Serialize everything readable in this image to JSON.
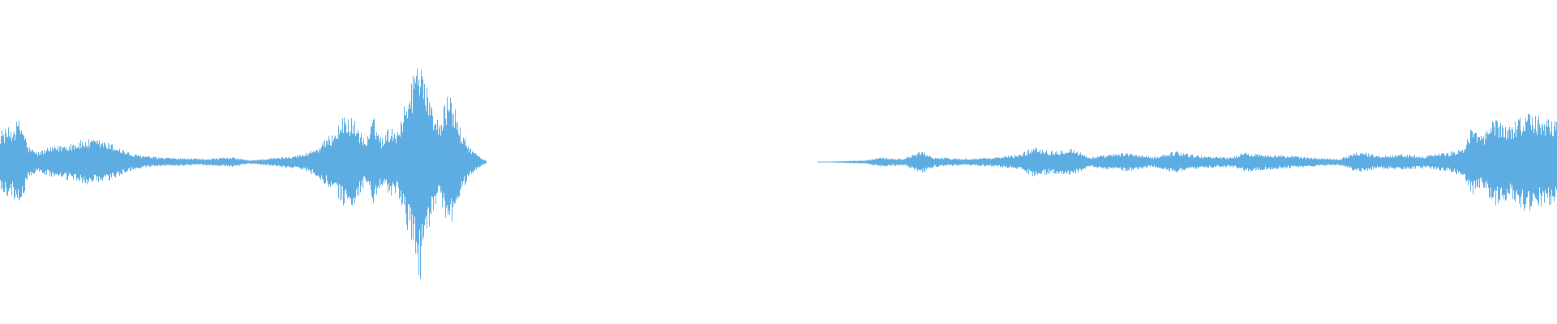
{
  "waveform": {
    "color": "#5dade2",
    "clips": [
      {
        "start_fraction": 0.0,
        "end_fraction": 0.3125,
        "envelope": [
          [
            0.0,
            0.2
          ],
          [
            0.008,
            0.22
          ],
          [
            0.012,
            0.27
          ],
          [
            0.015,
            0.22
          ],
          [
            0.018,
            0.1
          ],
          [
            0.024,
            0.06
          ],
          [
            0.028,
            0.08
          ],
          [
            0.04,
            0.11
          ],
          [
            0.055,
            0.14
          ],
          [
            0.065,
            0.14
          ],
          [
            0.075,
            0.1
          ],
          [
            0.085,
            0.05
          ],
          [
            0.1,
            0.03
          ],
          [
            0.13,
            0.02
          ],
          [
            0.15,
            0.03
          ],
          [
            0.16,
            0.01
          ],
          [
            0.17,
            0.02
          ],
          [
            0.18,
            0.03
          ],
          [
            0.195,
            0.05
          ],
          [
            0.205,
            0.1
          ],
          [
            0.215,
            0.2
          ],
          [
            0.222,
            0.3
          ],
          [
            0.228,
            0.26
          ],
          [
            0.235,
            0.13
          ],
          [
            0.24,
            0.28
          ],
          [
            0.245,
            0.15
          ],
          [
            0.25,
            0.22
          ],
          [
            0.255,
            0.2
          ],
          [
            0.26,
            0.36
          ],
          [
            0.265,
            0.55
          ],
          [
            0.27,
            0.74
          ],
          [
            0.275,
            0.42
          ],
          [
            0.282,
            0.25
          ],
          [
            0.288,
            0.43
          ],
          [
            0.292,
            0.35
          ],
          [
            0.296,
            0.2
          ],
          [
            0.3,
            0.12
          ],
          [
            0.305,
            0.06
          ],
          [
            0.31,
            0.02
          ],
          [
            0.3125,
            0.01
          ]
        ]
      },
      {
        "start_fraction": 0.525,
        "end_fraction": 1.0,
        "envelope": [
          [
            0.525,
            0.0
          ],
          [
            0.555,
            0.01
          ],
          [
            0.565,
            0.03
          ],
          [
            0.58,
            0.02
          ],
          [
            0.592,
            0.07
          ],
          [
            0.6,
            0.03
          ],
          [
            0.62,
            0.02
          ],
          [
            0.64,
            0.03
          ],
          [
            0.655,
            0.05
          ],
          [
            0.665,
            0.1
          ],
          [
            0.675,
            0.07
          ],
          [
            0.688,
            0.09
          ],
          [
            0.7,
            0.03
          ],
          [
            0.715,
            0.05
          ],
          [
            0.725,
            0.06
          ],
          [
            0.74,
            0.03
          ],
          [
            0.755,
            0.07
          ],
          [
            0.77,
            0.04
          ],
          [
            0.79,
            0.03
          ],
          [
            0.8,
            0.06
          ],
          [
            0.815,
            0.05
          ],
          [
            0.84,
            0.03
          ],
          [
            0.86,
            0.02
          ],
          [
            0.873,
            0.07
          ],
          [
            0.885,
            0.04
          ],
          [
            0.9,
            0.05
          ],
          [
            0.915,
            0.04
          ],
          [
            0.93,
            0.06
          ],
          [
            0.94,
            0.09
          ],
          [
            0.945,
            0.22
          ],
          [
            0.952,
            0.16
          ],
          [
            0.96,
            0.28
          ],
          [
            0.97,
            0.23
          ],
          [
            0.98,
            0.32
          ],
          [
            0.99,
            0.28
          ],
          [
            1.0,
            0.26
          ]
        ]
      }
    ]
  }
}
